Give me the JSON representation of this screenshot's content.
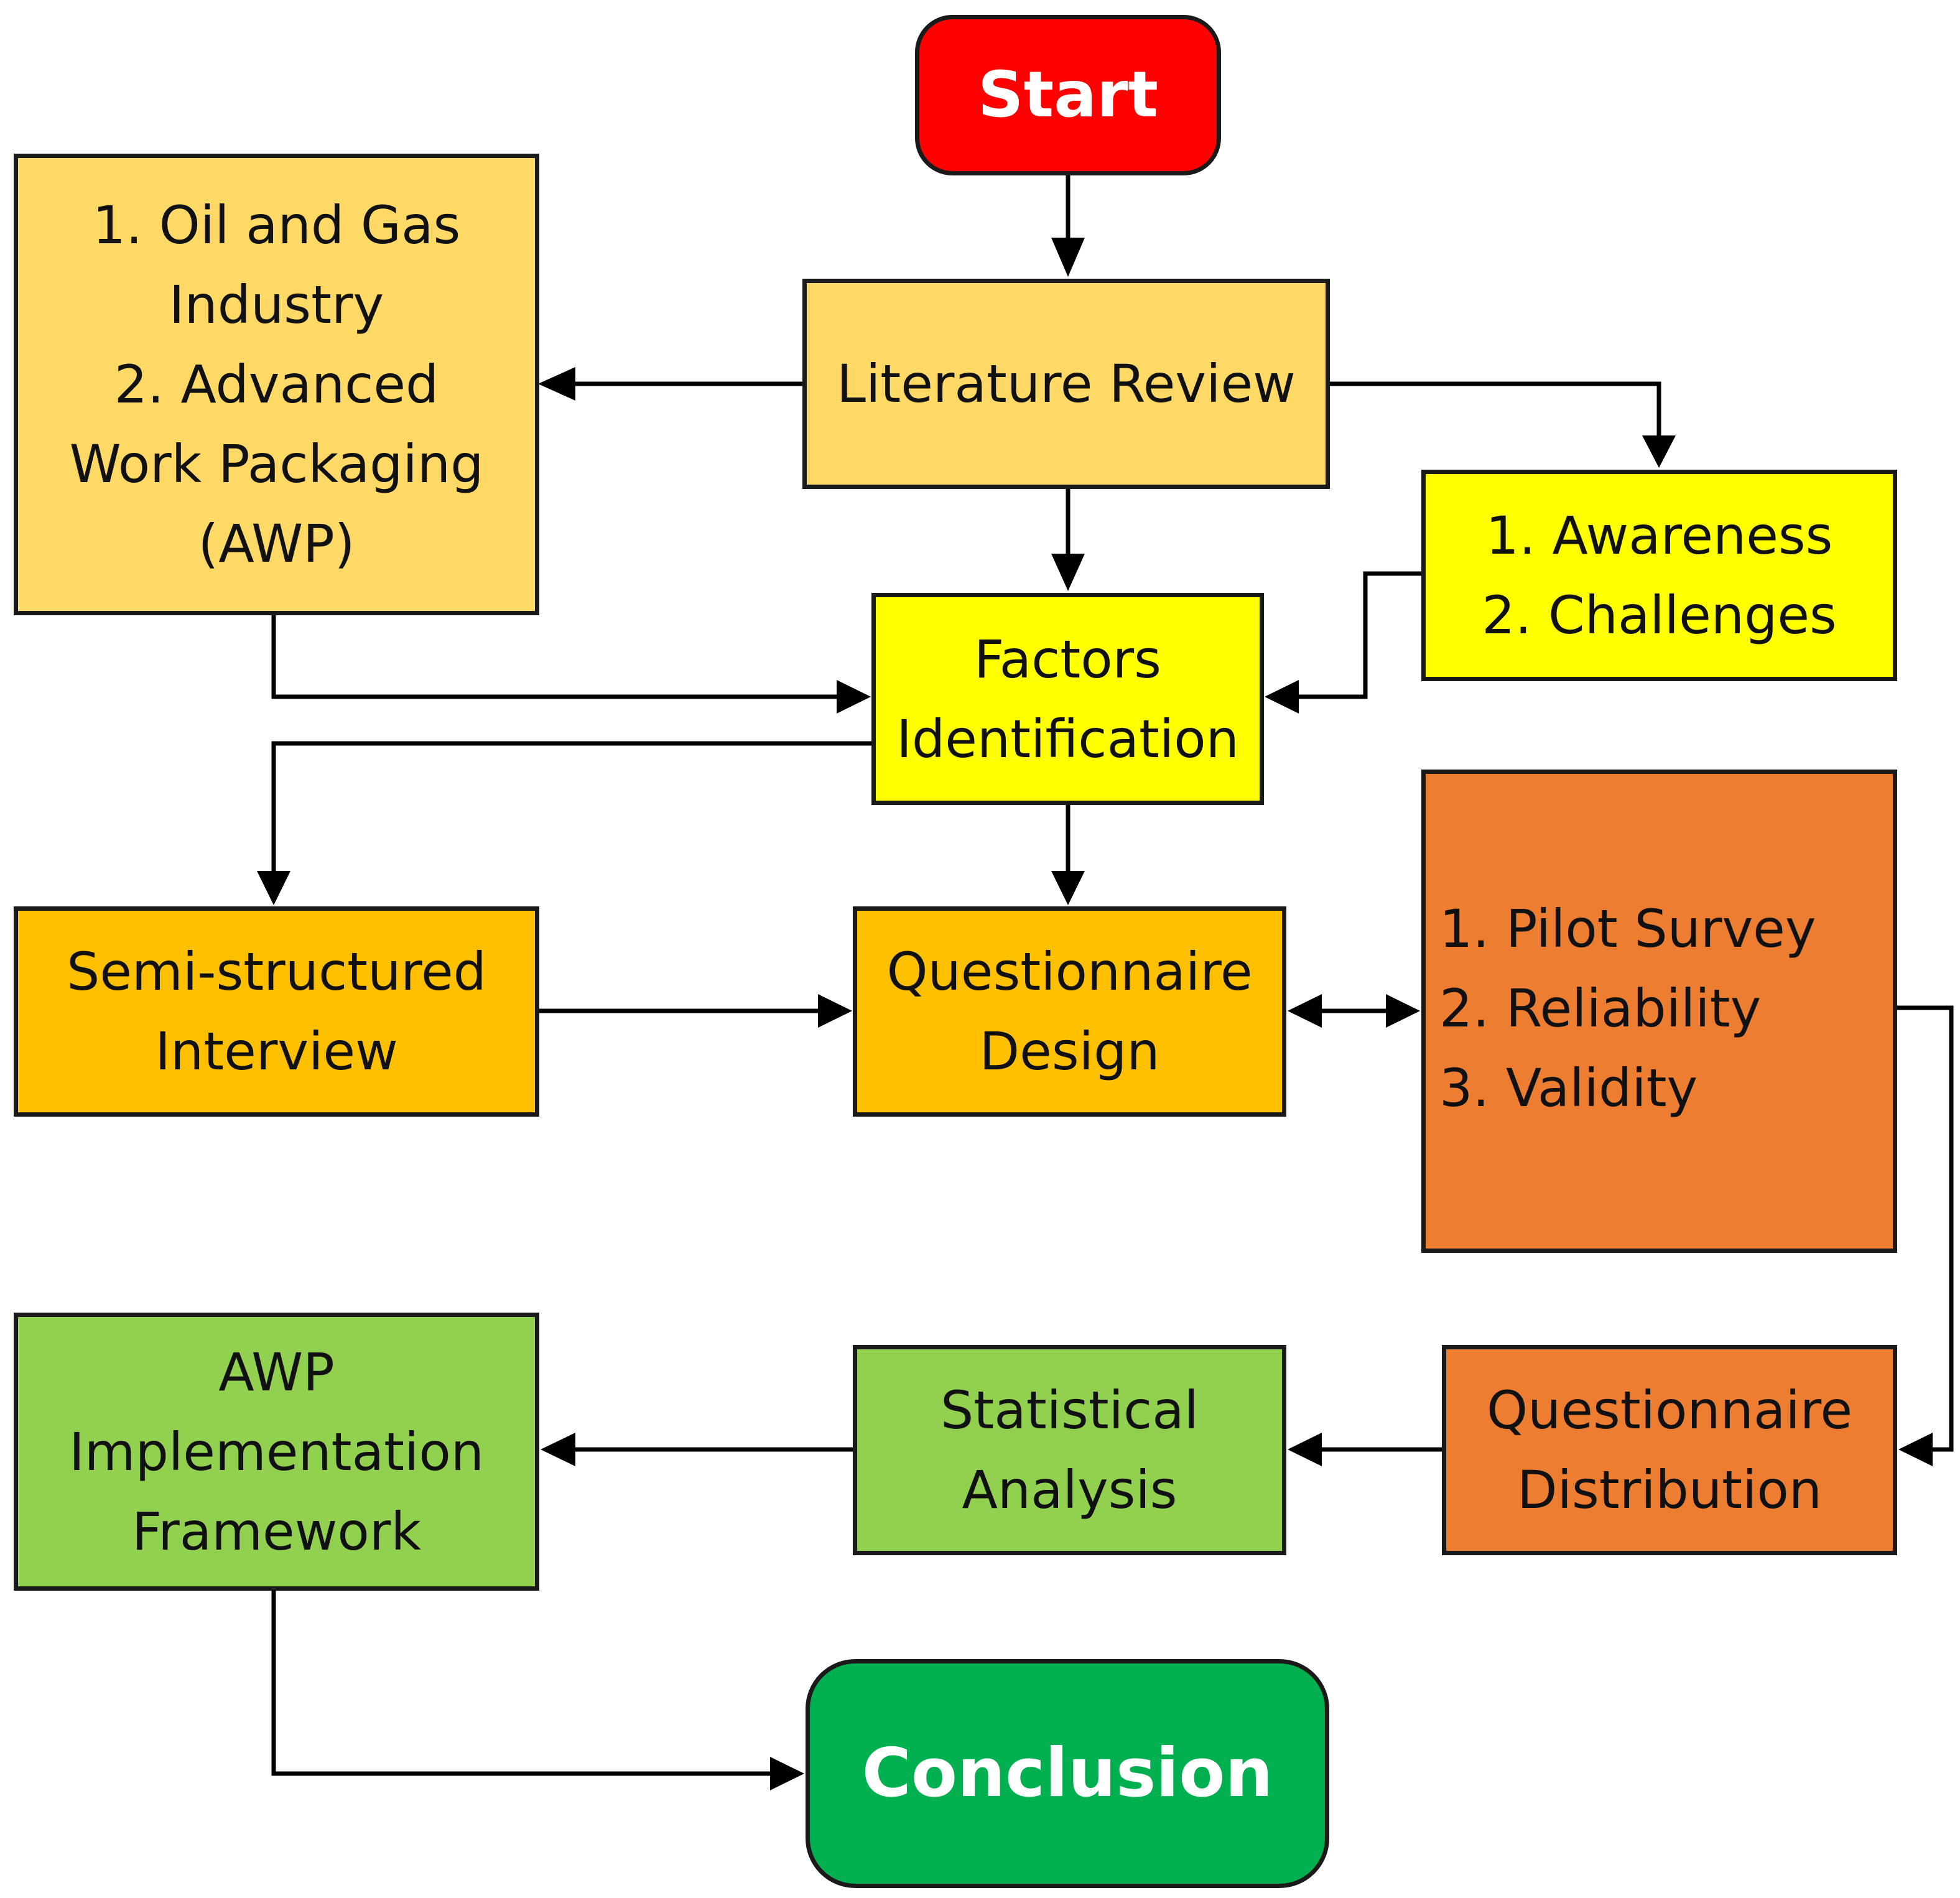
{
  "colors": {
    "start": "#ff0000",
    "literature": "#ffd966",
    "yellow": "#ffff00",
    "amber": "#ffc000",
    "orange": "#ed7d31",
    "green": "#92d050",
    "conclusion": "#00b050",
    "border": "#1a1a1a"
  },
  "nodes": {
    "start": {
      "label": "Start"
    },
    "literature_review": {
      "label": "Literature Review"
    },
    "oil_gas": {
      "lines": [
        "1. Oil and Gas",
        "Industry",
        "2. Advanced",
        "Work Packaging",
        "(AWP)"
      ]
    },
    "awareness": {
      "lines": [
        "1. Awareness",
        "2. Challenges"
      ]
    },
    "factors": {
      "lines": [
        "Factors",
        "Identification"
      ]
    },
    "semi_structured": {
      "lines": [
        "Semi-structured",
        "Interview"
      ]
    },
    "questionnaire_design": {
      "lines": [
        "Questionnaire",
        "Design"
      ]
    },
    "pilot": {
      "lines": [
        "1. Pilot Survey",
        "2. Reliability",
        "3. Validity"
      ]
    },
    "questionnaire_distribution": {
      "lines": [
        "Questionnaire",
        "Distribution"
      ]
    },
    "statistical_analysis": {
      "lines": [
        "Statistical",
        "Analysis"
      ]
    },
    "awp_framework": {
      "lines": [
        "AWP",
        "Implementation",
        "Framework"
      ]
    },
    "conclusion": {
      "label": "Conclusion"
    }
  },
  "edges": [
    {
      "from": "Start",
      "to": "Literature Review"
    },
    {
      "from": "Literature Review",
      "to": "1. Oil and Gas Industry / 2. Advanced Work Packaging (AWP)"
    },
    {
      "from": "Literature Review",
      "to": "1. Awareness / 2. Challenges"
    },
    {
      "from": "Literature Review",
      "to": "Factors Identification"
    },
    {
      "from": "1. Oil and Gas Industry / 2. Advanced Work Packaging (AWP)",
      "to": "Factors Identification"
    },
    {
      "from": "1. Awareness / 2. Challenges",
      "to": "Factors Identification"
    },
    {
      "from": "Factors Identification",
      "to": "Semi-structured Interview"
    },
    {
      "from": "Factors Identification",
      "to": "Questionnaire Design"
    },
    {
      "from": "Semi-structured Interview",
      "to": "Questionnaire Design"
    },
    {
      "from": "Questionnaire Design",
      "to": "1. Pilot Survey / 2. Reliability / 3. Validity",
      "bidirectional": true
    },
    {
      "from": "1. Pilot Survey / 2. Reliability / 3. Validity",
      "to": "Questionnaire Distribution"
    },
    {
      "from": "Questionnaire Distribution",
      "to": "Statistical Analysis"
    },
    {
      "from": "Statistical Analysis",
      "to": "AWP Implementation Framework"
    },
    {
      "from": "AWP Implementation Framework",
      "to": "Conclusion"
    }
  ]
}
